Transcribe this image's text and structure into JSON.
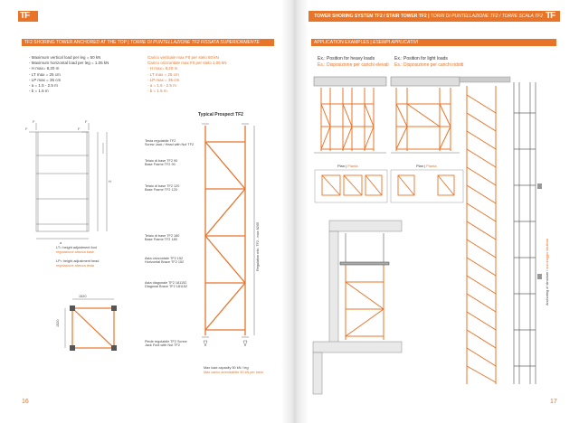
{
  "header": {
    "logo": "TF",
    "title": "TOWER SHORING SYSTEM TF2 / STAIR TOWER TF2 |",
    "title_it": "TORRI DI PUNTELLAZIONE TF2 / TORRE SCALA TF2"
  },
  "left_page": {
    "section": "TF2 SHORING TOWER ANCHORED AT THE TOP |",
    "section_it": "TORRE DI PUNTELLAZIONE TF2 FISSATA SUPERIORMENTE",
    "specs_en": [
      "- Maximum vertical load per leg = 50 kN",
      "- Maximum horizontal load per leg = 1.05 kN",
      "- H max= 8,20 m",
      "- LT max = 25 cm",
      "- LP max = 35 cm",
      "- a = 1.5 - 2.5 m",
      "- b = 1.5 m"
    ],
    "specs_it": [
      "Carico verticale max F0 per stelo 50 kN",
      "Carico orizzontale max F0 per stelo 1.05 kN",
      "- H max= 8,20 m",
      "- LT max = 25 cm",
      "- LP max = 35 cm",
      "- a = 1.5 - 2.5 m",
      "- b = 1.5 m"
    ],
    "legend_lt": "LT= height adjustment foot",
    "legend_lt_it": "regolazione altezza base",
    "legend_lp": "LP= height adjustment head",
    "legend_lp_it": "regolazione altezza testa",
    "drawing_title": "Typical Prospect TF2",
    "dim_1520": "1520",
    "dim_1520b": "1520",
    "labels": [
      "Testa regolabile TF2",
      "Screw Jack / Head with Nut TF2",
      "Telaio di base TF2 90",
      "Base Frame TF2 90",
      "Telaio di base TF2 120",
      "Base Frame TF2 120",
      "Telaio di base TF2 180",
      "Base Frame TF2 180",
      "Asta orizzontale TF2 152",
      "Horizontal Brace TF2 152",
      "Asta diagonale TF2 181152",
      "Diagonal Brace TF2 181152",
      "Piede regolabile TF2 Screw",
      "Jack Foot with Nut TF2"
    ],
    "regulation_label": "Regulation min. TF2 - max 8200",
    "load_note": "Max load capacity 50 kN / leg",
    "load_note_it": "Max carico ammissibile 50 kN per stelo",
    "page_number": "16"
  },
  "right_page": {
    "section": "APPLICATION EXAMPLES |",
    "section_it": "ESEMPI APPLICATIVI",
    "ex1": "Ex.: Position for heavy loads",
    "ex1_it": "Es.: Disposizione per carichi elevati",
    "ex2": "Ex.: Position for light loads",
    "ex2_it": "Es.: Disposizione per carichi ridotti",
    "plan1": "Plan",
    "plan1_it": "Pianta",
    "plan2": "Plan",
    "plan2_it": "Pianta",
    "anchoring": "Anchoring of structure /",
    "anchoring_it": "ancoraggio struttura",
    "page_number": "17"
  },
  "colors": {
    "accent": "#e8742a",
    "line": "#555555"
  }
}
